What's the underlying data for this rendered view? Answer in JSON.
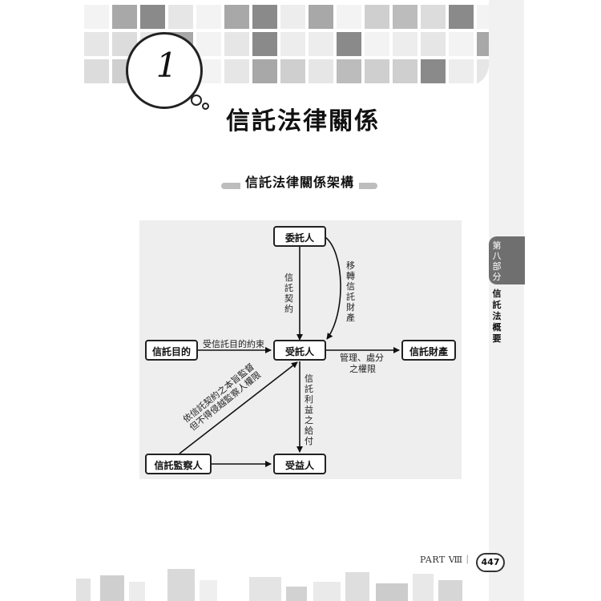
{
  "chapter": {
    "number": "1",
    "title": "信託法律關係"
  },
  "section": {
    "title": "信託法律關係架構"
  },
  "diagram": {
    "nodes": {
      "settlor": "委託人",
      "trustee": "受託人",
      "purpose": "信託目的",
      "property": "信託財產",
      "supervisor": "信託監察人",
      "beneficiary": "受益人"
    },
    "edges": {
      "contract": "信託契約",
      "transfer": "移轉信託財產",
      "constraint": "受信託目的約束",
      "manage_line1": "管理、處分",
      "manage_line2": "之權限",
      "benefit": "信託利益之給付",
      "supervise_line1": "依信託契約之本旨監督",
      "supervise_line2": "但不得侵越監察人權限"
    }
  },
  "side_tab": {
    "part": "第八部分",
    "name": "信託法概要"
  },
  "footer": {
    "part_label": "PART Ⅷ｜",
    "page_number": "447"
  },
  "colors": {
    "diagram_bg": "#eeeeee",
    "tab_bg": "#6f6f6f",
    "checker_dark": "#8a8a8a",
    "checker_light": "#e6e6e6"
  }
}
